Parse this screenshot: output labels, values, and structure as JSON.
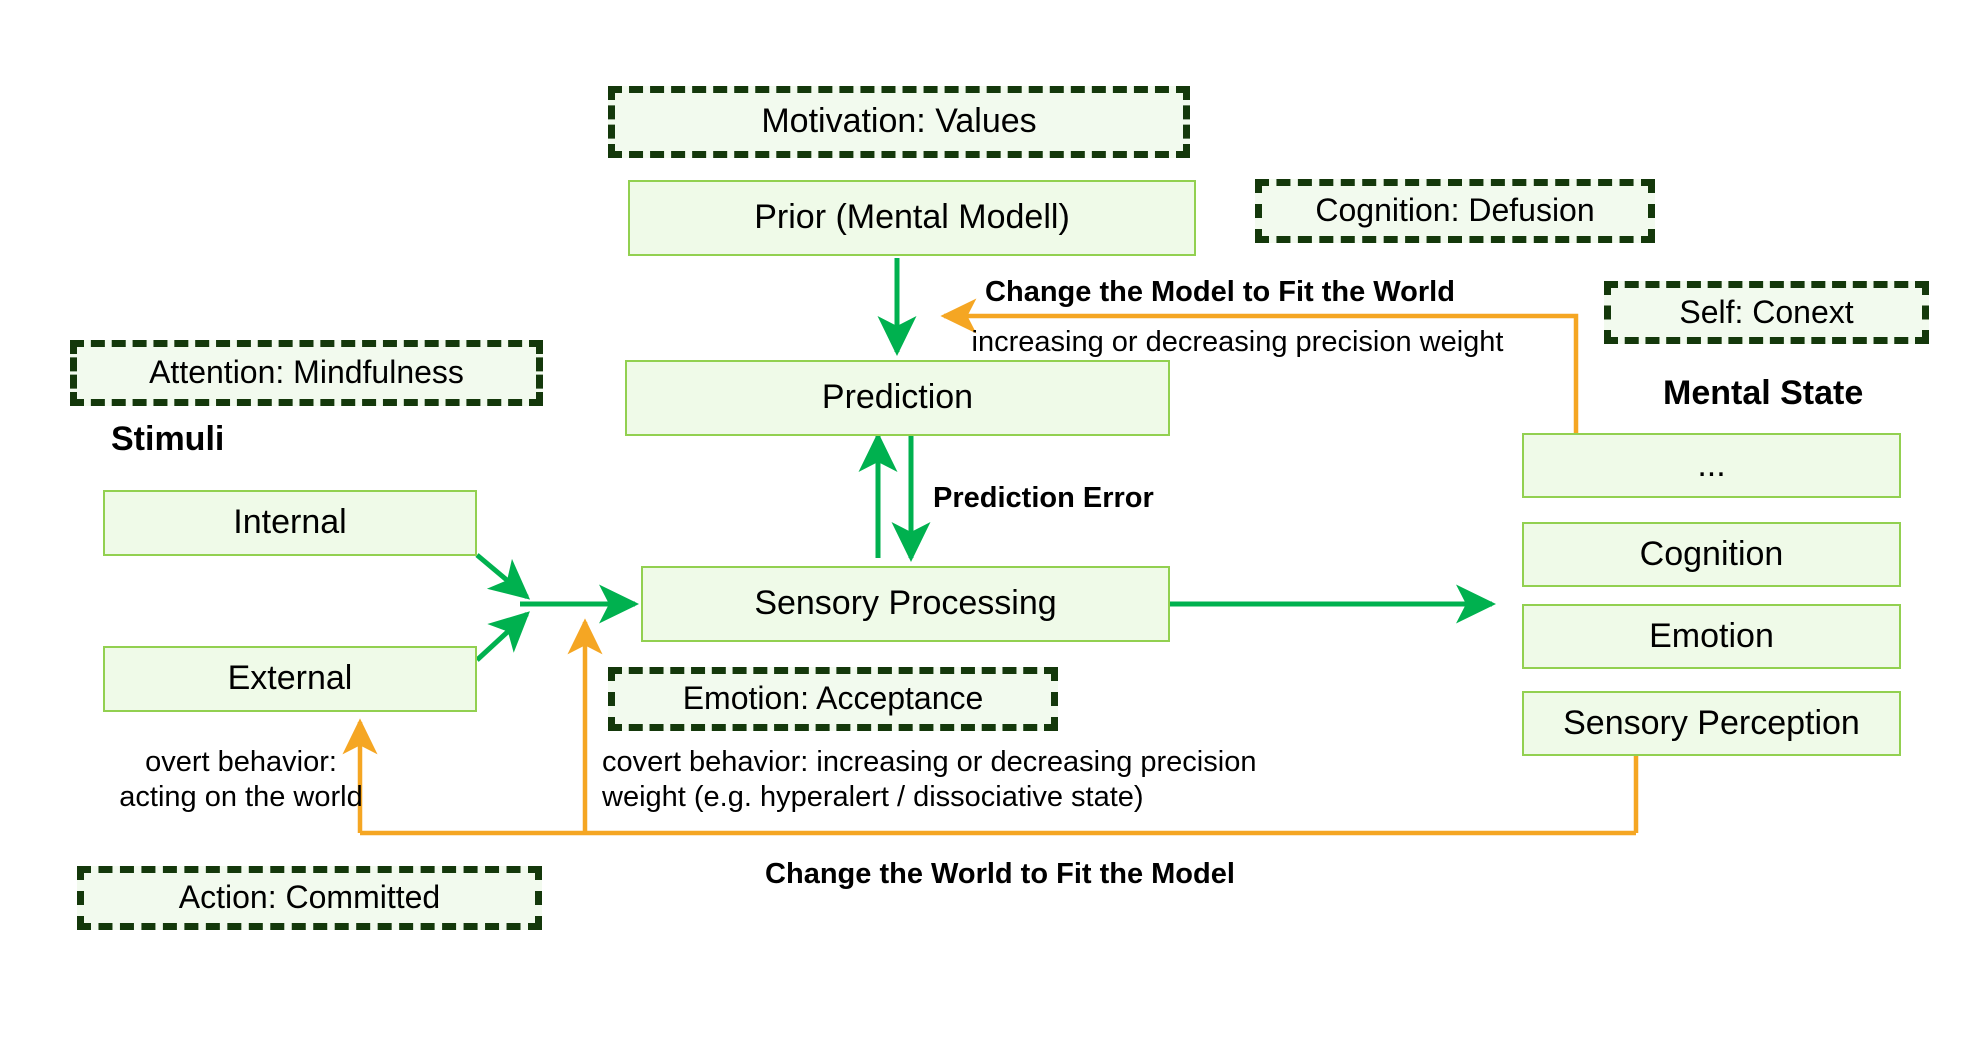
{
  "diagram": {
    "title": "Predictive Processing / ACT Mental State Diagram",
    "colors": {
      "box_fill": "#EFFAE8",
      "box_border": "#92D050",
      "dashed_border": "#14380B",
      "green_arrow": "#00B14F",
      "orange_arrow": "#F5A623"
    }
  },
  "intervention_labels": {
    "motivation": "Motivation: Values",
    "cognition": "Cognition: Defusion",
    "self": "Self: Conext",
    "attention": "Attention: Mindfulness",
    "emotion": "Emotion: Acceptance",
    "action": "Action: Committed"
  },
  "center_column": {
    "prior": "Prior (Mental Modell)",
    "prediction": "Prediction",
    "sensory_processing": "Sensory Processing"
  },
  "left_column": {
    "heading": "Stimuli",
    "internal": "Internal",
    "external": "External",
    "overt_behavior_line1": "overt behavior:",
    "overt_behavior_line2": "acting on the world"
  },
  "right_column": {
    "heading": "Mental State",
    "items": [
      "...",
      "Cognition",
      "Emotion",
      "Sensory Perception"
    ]
  },
  "annotations": {
    "change_model": "Change the Model to Fit the World",
    "precision_weight": "increasing or decreasing precision weight",
    "prediction_error": "Prediction Error",
    "covert_behavior_line1": "covert behavior: increasing or decreasing precision",
    "covert_behavior_line2": "weight (e.g. hyperalert / dissociative state)",
    "change_world": "Change the World to Fit the Model"
  }
}
